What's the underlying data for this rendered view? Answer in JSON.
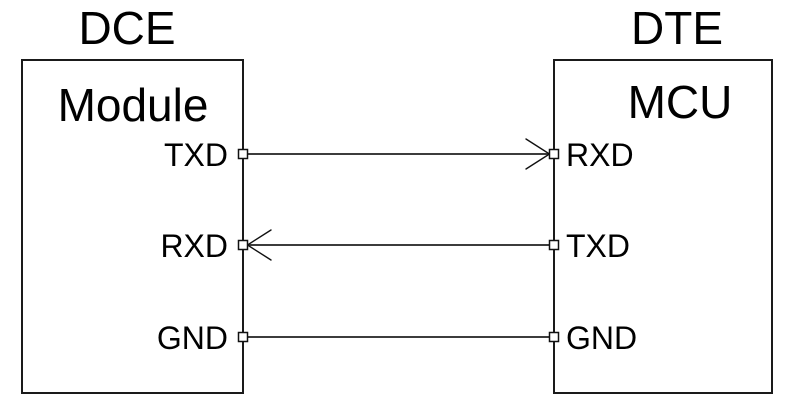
{
  "diagram": {
    "left_device": {
      "title": "DCE",
      "box_label": "Module",
      "pins": [
        {
          "name": "TXD"
        },
        {
          "name": "RXD"
        },
        {
          "name": "GND"
        }
      ]
    },
    "right_device": {
      "title": "DTE",
      "box_label": "MCU",
      "pins": [
        {
          "name": "RXD"
        },
        {
          "name": "TXD"
        },
        {
          "name": "GND"
        }
      ]
    },
    "connections": [
      {
        "from": "DCE Module TXD",
        "to": "DTE MCU RXD",
        "arrow": "to-right"
      },
      {
        "from": "DTE MCU TXD",
        "to": "DCE Module RXD",
        "arrow": "to-left"
      },
      {
        "from": "DCE Module GND",
        "to": "DTE MCU GND",
        "arrow": "none"
      }
    ],
    "colors": {
      "background": "#ffffff",
      "box_border": "#1a1a1a",
      "wire": "#3c3c3c",
      "text": "#000000"
    }
  }
}
